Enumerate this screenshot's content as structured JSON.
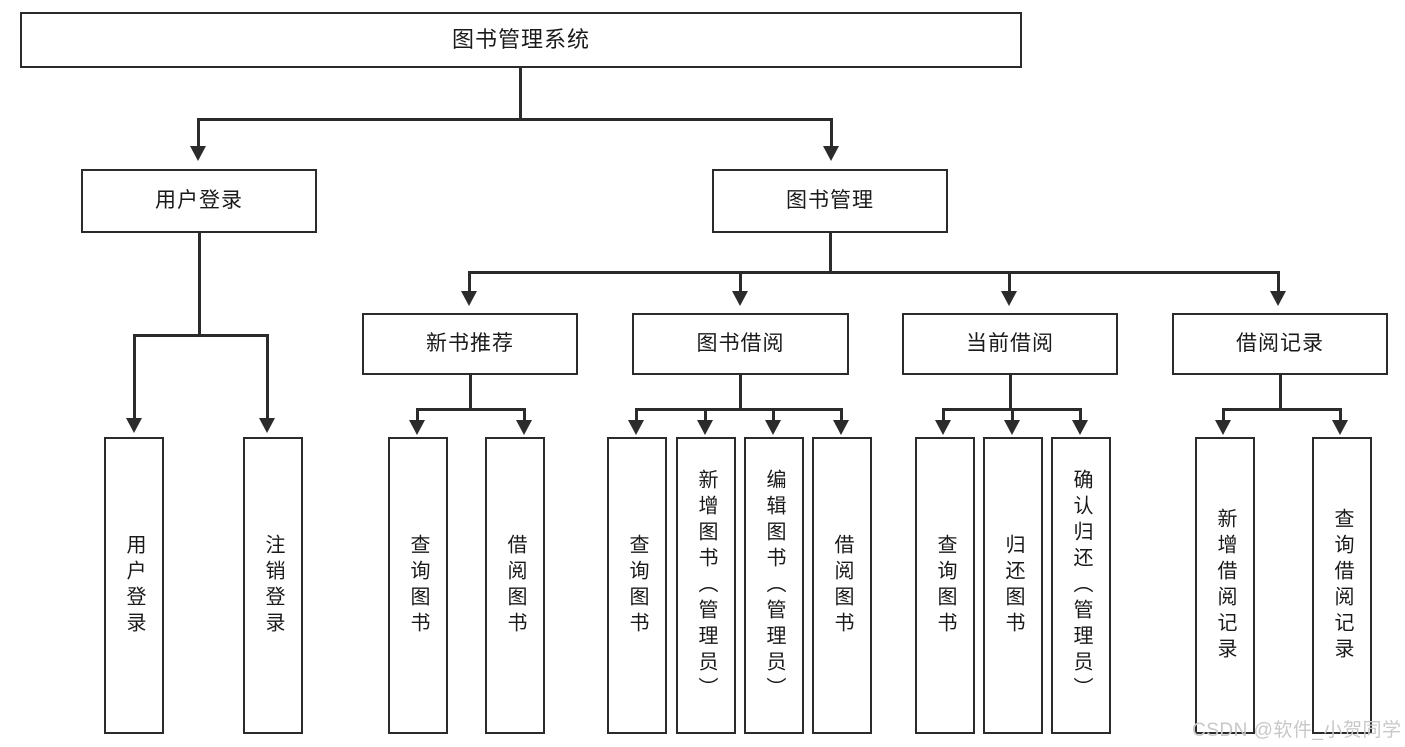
{
  "diagram": {
    "type": "tree",
    "title": "图书管理系统",
    "levels": 4,
    "root": {
      "label": "图书管理系统"
    },
    "level2": [
      {
        "label": "用户登录"
      },
      {
        "label": "图书管理"
      }
    ],
    "level3": [
      {
        "label": "新书推荐",
        "parent": "图书管理"
      },
      {
        "label": "图书借阅",
        "parent": "图书管理"
      },
      {
        "label": "当前借阅",
        "parent": "图书管理"
      },
      {
        "label": "借阅记录",
        "parent": "图书管理"
      }
    ],
    "leaves": {
      "user_login": [
        {
          "label": "用户登录"
        },
        {
          "label": "注销登录"
        }
      ],
      "new_book_recommend": [
        {
          "label": "查询图书"
        },
        {
          "label": "借阅图书"
        }
      ],
      "book_borrow": [
        {
          "label": "查询图书"
        },
        {
          "label": "新增图书（管理员）"
        },
        {
          "label": "编辑图书（管理员）"
        },
        {
          "label": "借阅图书"
        }
      ],
      "current_borrow": [
        {
          "label": "查询图书"
        },
        {
          "label": "归还图书"
        },
        {
          "label": "确认归还（管理员）"
        }
      ],
      "borrow_record": [
        {
          "label": "新增借阅记录"
        },
        {
          "label": "查询借阅记录"
        }
      ]
    }
  },
  "watermark": {
    "text": "CSDN @软件_小贺同学"
  },
  "colors": {
    "stroke": "#2b2b2b",
    "background": "#ffffff",
    "text": "#1a1a1a",
    "watermark": "#c8c8c8"
  }
}
